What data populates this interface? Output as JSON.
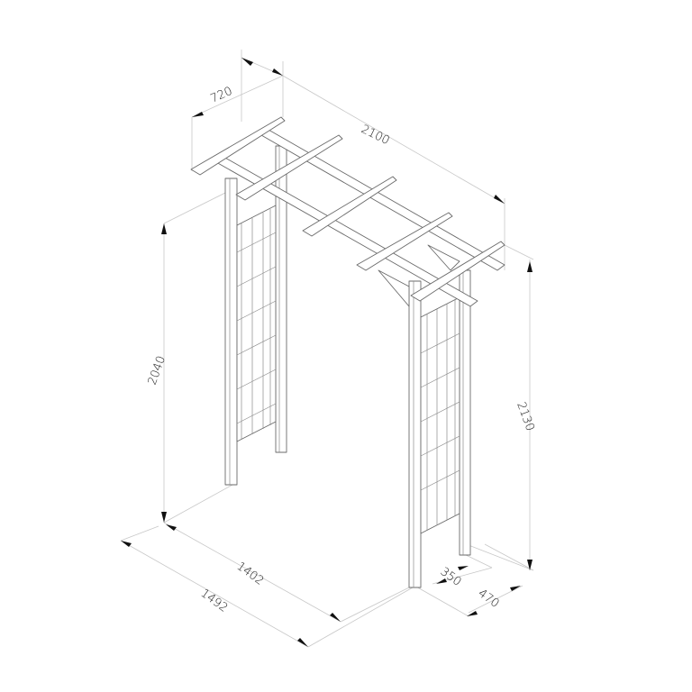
{
  "drawing": {
    "subject": "Garden arch",
    "units": "mm",
    "colors": {
      "line": "#6a6a6a",
      "dimension_line": "#c8c8c8",
      "arrow": "#111111",
      "background": "#ffffff"
    }
  },
  "dimensions": {
    "top_depth": "720",
    "top_length": "2100",
    "left_height": "2040",
    "right_height": "2130",
    "inner_width": "1402",
    "outer_width": "1492",
    "post_depth": "350",
    "base_depth": "470"
  }
}
